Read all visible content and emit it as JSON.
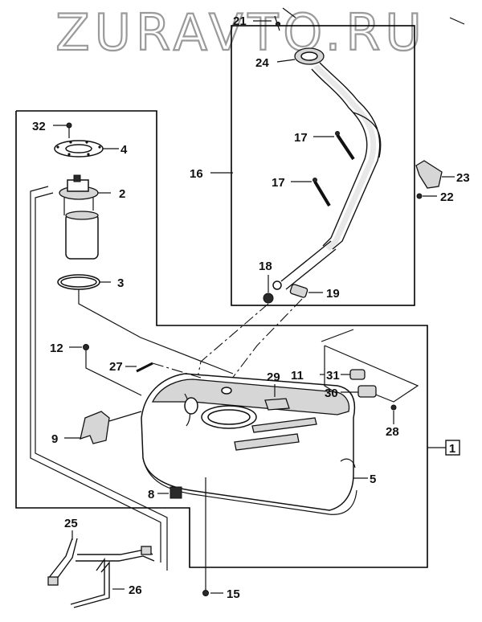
{
  "watermark": "ZURAVTO.RU",
  "callouts": [
    {
      "id": "c1",
      "label": "1"
    },
    {
      "id": "c2",
      "label": "2"
    },
    {
      "id": "c3",
      "label": "3"
    },
    {
      "id": "c4",
      "label": "4"
    },
    {
      "id": "c5",
      "label": "5"
    },
    {
      "id": "c8",
      "label": "8"
    },
    {
      "id": "c9",
      "label": "9"
    },
    {
      "id": "c11",
      "label": "11"
    },
    {
      "id": "c12",
      "label": "12"
    },
    {
      "id": "c15",
      "label": "15"
    },
    {
      "id": "c16",
      "label": "16"
    },
    {
      "id": "c17a",
      "label": "17"
    },
    {
      "id": "c17b",
      "label": "17"
    },
    {
      "id": "c18",
      "label": "18"
    },
    {
      "id": "c19",
      "label": "19"
    },
    {
      "id": "c21",
      "label": "21"
    },
    {
      "id": "c22",
      "label": "22"
    },
    {
      "id": "c23",
      "label": "23"
    },
    {
      "id": "c24",
      "label": "24"
    },
    {
      "id": "c25",
      "label": "25"
    },
    {
      "id": "c26",
      "label": "26"
    },
    {
      "id": "c27",
      "label": "27"
    },
    {
      "id": "c28",
      "label": "28"
    },
    {
      "id": "c29",
      "label": "29"
    },
    {
      "id": "c30",
      "label": "30"
    },
    {
      "id": "c31",
      "label": "31"
    },
    {
      "id": "c32",
      "label": "32"
    }
  ]
}
